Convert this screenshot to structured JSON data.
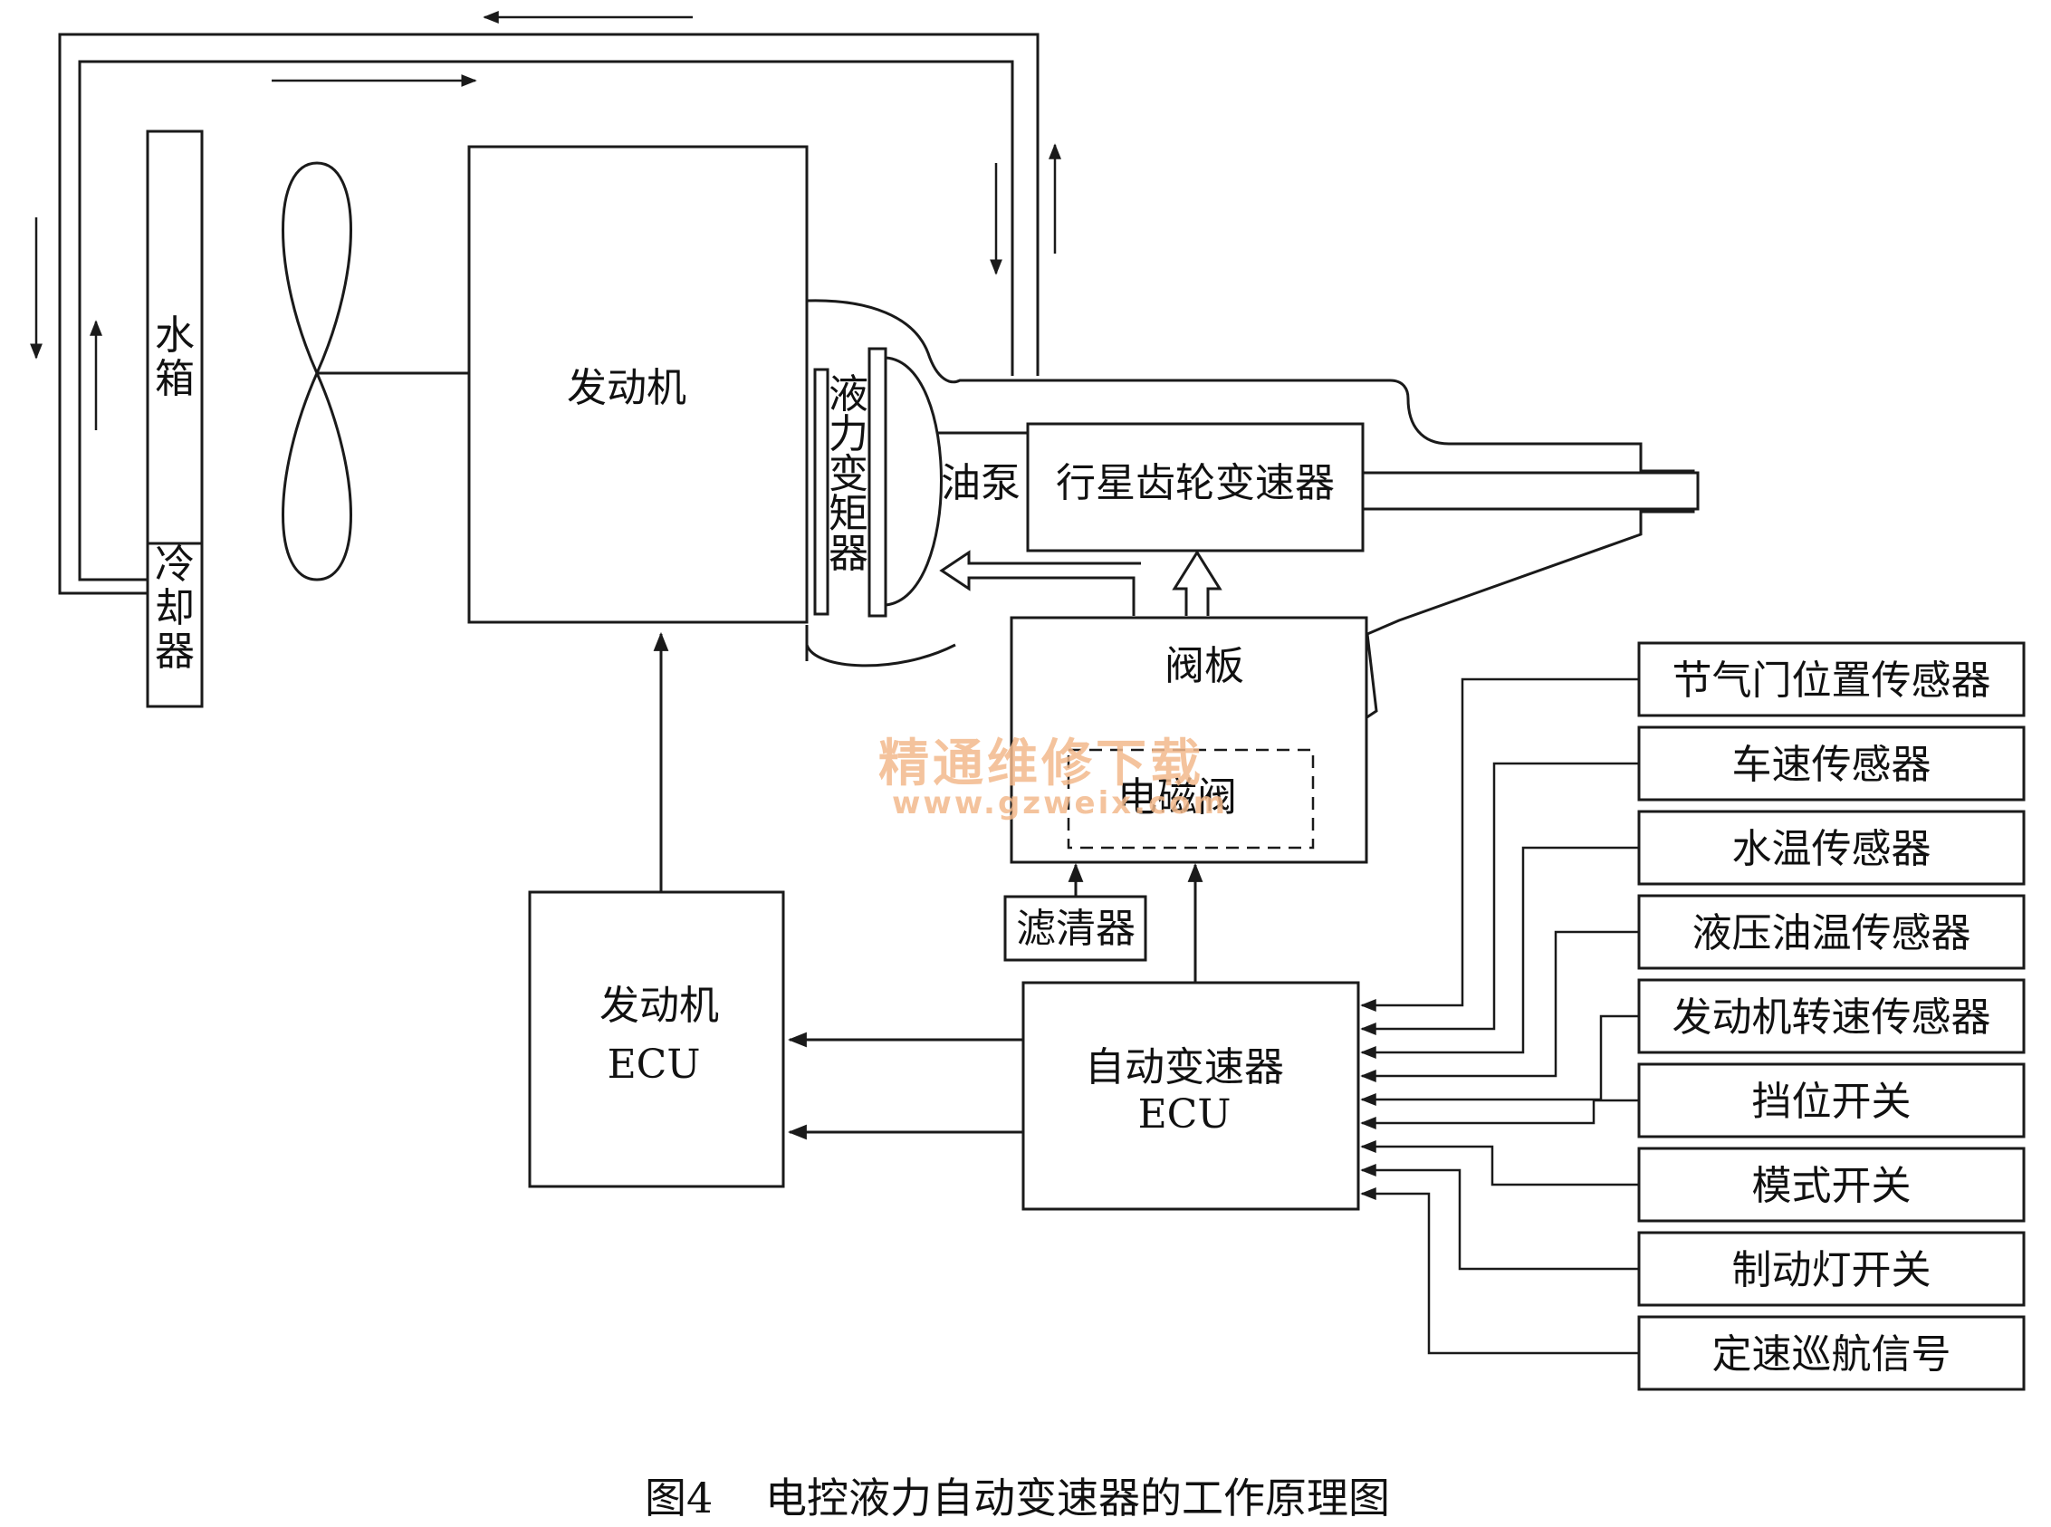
{
  "components": {
    "radiator": "水箱",
    "cooler": "冷却器",
    "engine": "发动机",
    "torque_converter": "液力变矩器",
    "oil_pump": "油泵",
    "planetary_gearbox": "行星齿轮变速器",
    "valve_body": "阀板",
    "solenoid_valve": "电磁阀",
    "filter": "滤清器",
    "engine_ecu": [
      "发动机",
      "ECU"
    ],
    "transmission_ecu": [
      "自动变速器",
      "ECU"
    ]
  },
  "sensors": [
    "节气门位置传感器",
    "车速传感器",
    "水温传感器",
    "液压油温传感器",
    "发动机转速传感器",
    "挡位开关",
    "模式开关",
    "制动灯开关",
    "定速巡航信号"
  ],
  "watermark": {
    "title": "精通维修下载",
    "url": "www.gzweix.com"
  },
  "caption": {
    "figure_number": "图4",
    "title": "电控液力自动变速器的工作原理图"
  }
}
